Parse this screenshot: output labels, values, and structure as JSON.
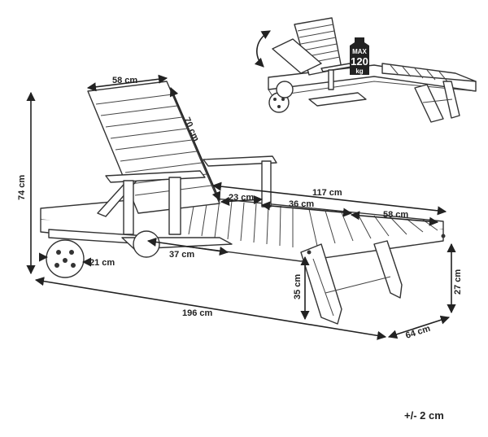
{
  "dimensions": {
    "backrest_width": "58 cm",
    "backrest_length": "70 cm",
    "total_height": "74 cm",
    "seat_length": "117 cm",
    "section_1": "23 cm",
    "section_2": "36 cm",
    "section_3": "58 cm",
    "armrest_to_frame": "37 cm",
    "wheel_diameter": "21 cm",
    "seat_height": "35 cm",
    "foot_height": "27 cm",
    "total_length": "196 cm",
    "total_width": "64 cm"
  },
  "max_load": {
    "line1": "MAX",
    "line2": "120",
    "line3": "kg"
  },
  "tolerance": "+/- 2 cm"
}
